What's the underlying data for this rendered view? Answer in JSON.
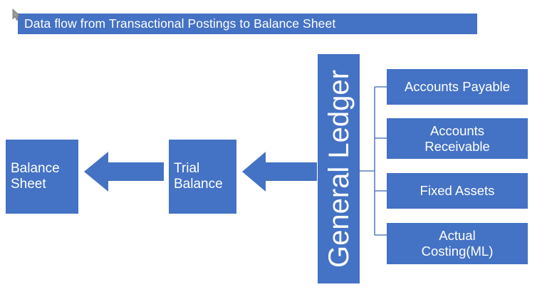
{
  "title": {
    "text": "Data flow from Transactional Postings to Balance Sheet"
  },
  "colors": {
    "accent_blue": "#4472C4",
    "connector_line": "#5B7FC0",
    "text_on_accent": "#FFFFFF",
    "background": "#FFFFFF"
  },
  "cursor": {
    "name": "mouse-pointer"
  },
  "diagram": {
    "type": "flow",
    "nodes": {
      "balance_sheet": {
        "label": "Balance\nSheet"
      },
      "trial_balance": {
        "label": "Trial\nBalance"
      },
      "general_ledger": {
        "label": "General Ledger"
      },
      "accounts_payable": {
        "label": "Accounts Payable"
      },
      "accounts_receivable": {
        "label": "Accounts\nReceivable"
      },
      "fixed_assets": {
        "label": "Fixed Assets"
      },
      "actual_costing": {
        "label": "Actual\nCosting(ML)"
      }
    },
    "sources": [
      "Accounts Payable",
      "Accounts Receivable",
      "Fixed Assets",
      "Actual Costing(ML)"
    ],
    "flow_sequence": [
      "Accounts Payable / Accounts Receivable / Fixed Assets / Actual Costing(ML)",
      "General Ledger",
      "Trial Balance",
      "Balance Sheet"
    ],
    "arrows": [
      {
        "name": "general-ledger-to-trial-balance",
        "direction": "left"
      },
      {
        "name": "trial-balance-to-balance-sheet",
        "direction": "left"
      }
    ]
  }
}
